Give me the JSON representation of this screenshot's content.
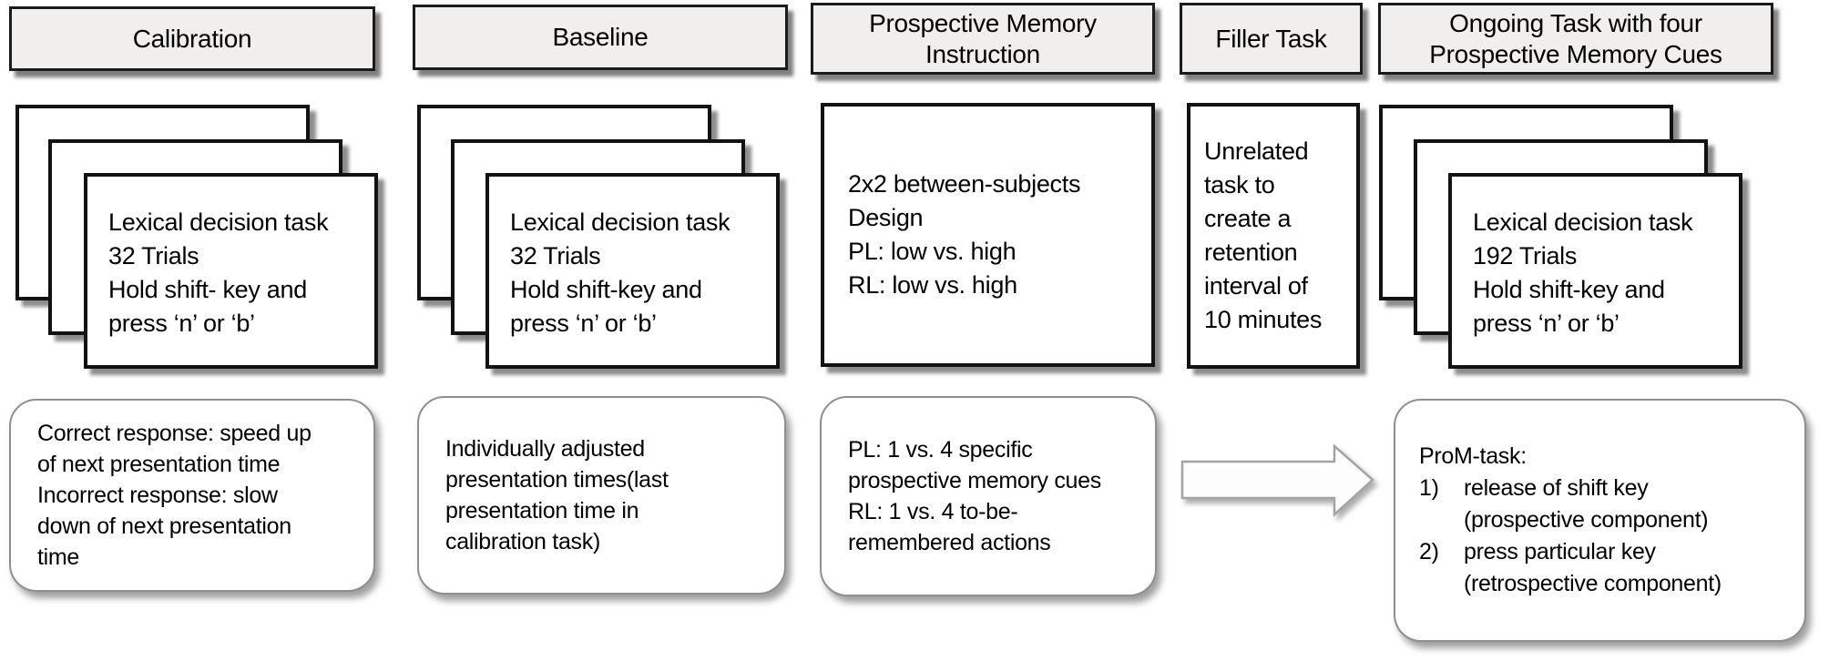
{
  "figure": {
    "type": "experimental-procedure-flow-diagram",
    "stages_order": [
      "Calibration",
      "Baseline",
      "Prospective Memory Instruction",
      "Filler Task",
      "Ongoing Task with four Prospective Memory Cues"
    ]
  },
  "columns": [
    {
      "header": "Calibration",
      "card_text": "Lexical decision task\n32 Trials\nHold shift- key and\npress ‘n’ or ‘b’",
      "note": "Correct response: speed up\nof next presentation time\nIncorrect response: slow\ndown of next presentation\ntime"
    },
    {
      "header": "Baseline",
      "card_text": "Lexical decision task\n32 Trials\nHold shift-key and\npress ‘n’ or ‘b’",
      "note": "Individually adjusted\npresentation times(last\npresentation time in\ncalibration task)"
    },
    {
      "header": "Prospective Memory\nInstruction",
      "box_text": "2x2 between-subjects\nDesign\nPL: low vs. high\nRL: low vs. high",
      "note": "PL: 1 vs. 4 specific\nprospective memory cues\nRL: 1 vs. 4 to-be-\nremembered actions"
    },
    {
      "header": "Filler Task",
      "box_text": "Unrelated\ntask to\ncreate a\nretention\ninterval of\n10 minutes"
    },
    {
      "header": "Ongoing Task with four\nProspective Memory Cues",
      "card_text": "Lexical decision task\n192 Trials\nHold shift-key and\npress ‘n’ or ‘b’",
      "note_title": "ProM-task:",
      "note_items": [
        {
          "num": "1)",
          "text": "release of shift key\n(prospective component)"
        },
        {
          "num": "2)",
          "text": "press particular key\n(retrospective component)"
        }
      ]
    }
  ],
  "arrow": {
    "direction": "right",
    "meaning": "flow from prospective-memory cues to ProM-task"
  },
  "colors": {
    "background": "#ffffff",
    "header_fill": "#f0efee",
    "box_border": "#121212",
    "note_border": "#8f8f8f",
    "arrow_stroke": "#a3a3a3",
    "arrow_fill": "#fdfdfd",
    "text": "#000000"
  }
}
